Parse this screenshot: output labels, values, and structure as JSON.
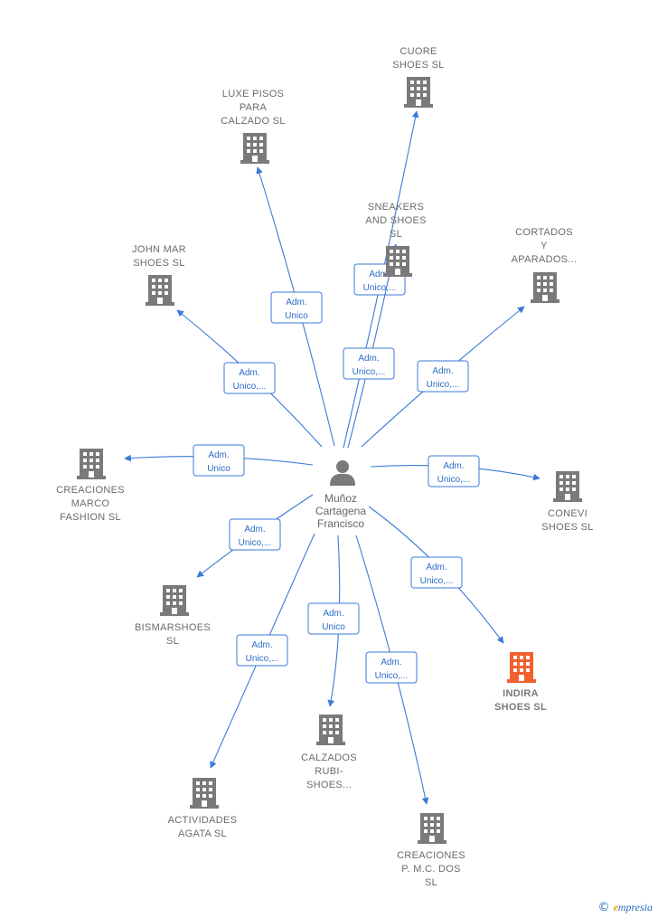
{
  "center": {
    "lines": [
      "Muñoz",
      "Cartagena",
      "Francisco"
    ],
    "icon": "person-icon"
  },
  "nodes": [
    {
      "id": "cuore",
      "lines": [
        "CUORE",
        "SHOES  SL"
      ],
      "highlight": false
    },
    {
      "id": "luxe",
      "lines": [
        "LUXE PISOS",
        "PARA",
        "CALZADO SL"
      ],
      "highlight": false
    },
    {
      "id": "sneakers",
      "lines": [
        "SNEAKERS",
        "AND SHOES",
        "SL"
      ],
      "highlight": false
    },
    {
      "id": "cortados",
      "lines": [
        "CORTADOS",
        "Y",
        "APARADOS..."
      ],
      "highlight": false
    },
    {
      "id": "johnmar",
      "lines": [
        "JOHN MAR",
        "SHOES  SL"
      ],
      "highlight": false
    },
    {
      "id": "creaciones-marco",
      "lines": [
        "CREACIONES",
        "MARCO",
        "FASHION  SL"
      ],
      "highlight": false
    },
    {
      "id": "convei",
      "lines": [
        "CONEVI",
        "SHOES  SL"
      ],
      "highlight": false
    },
    {
      "id": "bismar",
      "lines": [
        "BISMARSHOES",
        "SL"
      ],
      "highlight": false
    },
    {
      "id": "indira",
      "lines": [
        "INDIRA",
        "SHOES  SL"
      ],
      "highlight": true
    },
    {
      "id": "calzados",
      "lines": [
        "CALZADOS",
        "RUBI-",
        "SHOES..."
      ],
      "highlight": false
    },
    {
      "id": "actividades",
      "lines": [
        "ACTIVIDADES",
        "AGATA  SL"
      ],
      "highlight": false
    },
    {
      "id": "creaciones-pmc",
      "lines": [
        "CREACIONES",
        "P. M.C. DOS",
        "SL"
      ],
      "highlight": false
    }
  ],
  "edges": [
    {
      "target": "cuore",
      "lines": [
        "Adm.",
        "Unico,..."
      ]
    },
    {
      "target": "luxe",
      "lines": [
        "Adm.",
        "Unico"
      ]
    },
    {
      "target": "sneakers",
      "lines": [
        "Adm.",
        "Unico,..."
      ]
    },
    {
      "target": "cortados",
      "lines": [
        "Adm.",
        "Unico,..."
      ]
    },
    {
      "target": "johnmar",
      "lines": [
        "Adm.",
        "Unico,..."
      ]
    },
    {
      "target": "creaciones-marco",
      "lines": [
        "Adm.",
        "Unico"
      ]
    },
    {
      "target": "convei",
      "lines": [
        "Adm.",
        "Unico,..."
      ]
    },
    {
      "target": "bismar",
      "lines": [
        "Adm.",
        "Unico,..."
      ]
    },
    {
      "target": "indira",
      "lines": [
        "Adm.",
        "Unico,..."
      ]
    },
    {
      "target": "calzados",
      "lines": [
        "Adm.",
        "Unico"
      ]
    },
    {
      "target": "actividades",
      "lines": [
        "Adm.",
        "Unico,..."
      ]
    },
    {
      "target": "creaciones-pmc",
      "lines": [
        "Adm.",
        "Unico,..."
      ]
    }
  ],
  "colors": {
    "edge": "#3a7ad9",
    "building": "#7a7a7a",
    "highlight": "#f0622d",
    "text": "#6b6b6b"
  },
  "footer": {
    "copyright": "©",
    "brand_initial": "e",
    "brand_rest": "mpresia"
  }
}
